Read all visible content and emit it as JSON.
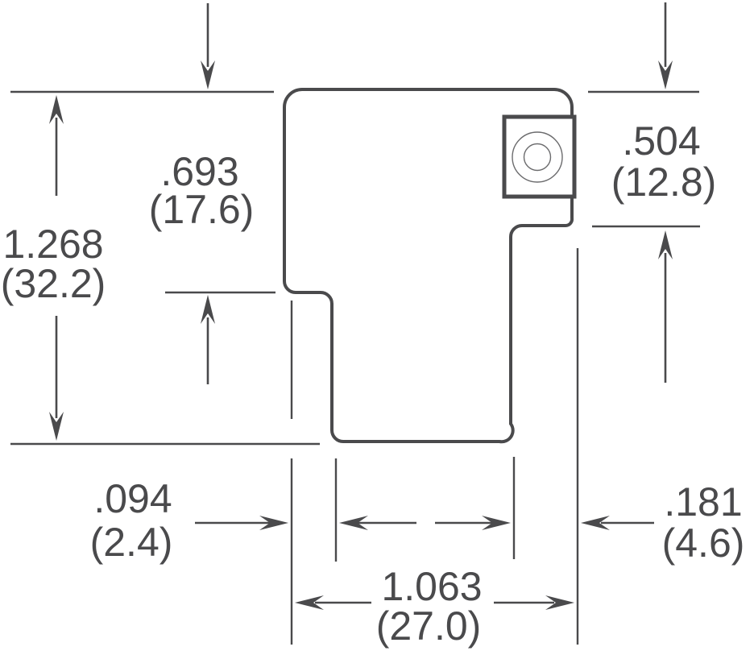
{
  "drawing": {
    "kind": "mechanical-dimension-drawing",
    "units": "inches over (millimeters)",
    "colors": {
      "line": "#4a4a4c",
      "thin_line": "#6b6b6d",
      "background": "#ffffff"
    },
    "dimensions": {
      "overall_height": {
        "inches": "1.268",
        "mm": "(32.2)"
      },
      "top_to_left_step": {
        "inches": ".693",
        "mm": "(17.6)"
      },
      "top_to_right_step": {
        "inches": ".504",
        "mm": "(12.8)"
      },
      "left_step_offset": {
        "inches": ".094",
        "mm": "(2.4)"
      },
      "right_step_offset": {
        "inches": ".181",
        "mm": "(4.6)"
      },
      "overall_width": {
        "inches": "1.063",
        "mm": "(27.0)"
      }
    }
  }
}
